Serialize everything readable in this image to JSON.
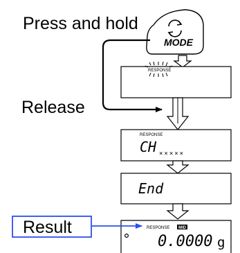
{
  "labels": {
    "press_and_hold": "Press and hold",
    "release": "Release",
    "result": "Result"
  },
  "mode_key": {
    "label": "MODE",
    "icon": "rotate-arrows-icon"
  },
  "panels": [
    {
      "annunciator": "RESPONSE",
      "display": "",
      "note": "blinking"
    },
    {
      "annunciator": "RESPONSE",
      "display": "CH",
      "sub": "×××××"
    },
    {
      "annunciator": "",
      "display": "End",
      "sub": ""
    },
    {
      "annunciator": "RESPONSE",
      "badge": "MID",
      "display": "0.0000",
      "unit": "g"
    }
  ],
  "colors": {
    "result_border": "#2c4ef0",
    "result_arrow": "#2c4ef0",
    "ink": "#000000"
  }
}
